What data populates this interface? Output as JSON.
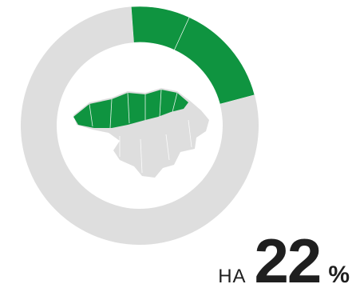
{
  "caption": {
    "prefix": "НА",
    "value": "22",
    "unit": "%"
  },
  "colors": {
    "highlight": "#0f9440",
    "base": "#dedede",
    "map": "#dedede",
    "background": "#ffffff"
  },
  "chart_data": {
    "type": "pie",
    "variant": "donut",
    "title": "",
    "slices": [
      {
        "value": 8,
        "color": "#0f9440",
        "highlighted": true
      },
      {
        "value": 14,
        "color": "#0f9440",
        "highlighted": true
      },
      {
        "value": 78,
        "color": "#dedede",
        "highlighted": false
      }
    ],
    "highlighted_total_percent": 22,
    "center_graphic": "ukraine-map-icon"
  }
}
